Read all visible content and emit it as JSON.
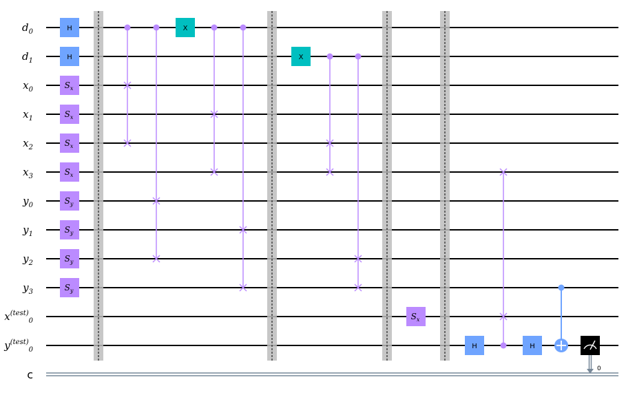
{
  "qubits": [
    {
      "base": "d",
      "sup": "",
      "sub": "0"
    },
    {
      "base": "d",
      "sup": "",
      "sub": "1"
    },
    {
      "base": "x",
      "sup": "",
      "sub": "0"
    },
    {
      "base": "x",
      "sup": "",
      "sub": "1"
    },
    {
      "base": "x",
      "sup": "",
      "sub": "2"
    },
    {
      "base": "x",
      "sup": "",
      "sub": "3"
    },
    {
      "base": "y",
      "sup": "",
      "sub": "0"
    },
    {
      "base": "y",
      "sup": "",
      "sub": "1"
    },
    {
      "base": "y",
      "sup": "",
      "sub": "2"
    },
    {
      "base": "y",
      "sup": "",
      "sub": "3"
    },
    {
      "base": "x",
      "sup": "(test)",
      "sub": "0"
    },
    {
      "base": "y",
      "sup": "(test)",
      "sub": "0"
    }
  ],
  "clbit": {
    "label": "c",
    "measure_index": "0"
  },
  "colors": {
    "h_gate": "#6fa4ff",
    "s_gate": "#bb8bff",
    "x_gate": "#00bfc0",
    "swap": "#bb8bff",
    "cnot": "#6fa4ff",
    "measure": "#000000",
    "barrier": "#bdbdbd",
    "wire": "#000000",
    "classical_wire": "#778899"
  },
  "gates": [
    {
      "type": "h",
      "col": 0,
      "q": 0,
      "label": "H"
    },
    {
      "type": "h",
      "col": 0,
      "q": 1,
      "label": "H"
    },
    {
      "type": "s",
      "col": 0,
      "q": 2,
      "label": "S",
      "sub": "x"
    },
    {
      "type": "s",
      "col": 0,
      "q": 3,
      "label": "S",
      "sub": "x"
    },
    {
      "type": "s",
      "col": 0,
      "q": 4,
      "label": "S",
      "sub": "x"
    },
    {
      "type": "s",
      "col": 0,
      "q": 5,
      "label": "S",
      "sub": "x"
    },
    {
      "type": "s",
      "col": 0,
      "q": 6,
      "label": "S",
      "sub": "y"
    },
    {
      "type": "s",
      "col": 0,
      "q": 7,
      "label": "S",
      "sub": "y"
    },
    {
      "type": "s",
      "col": 0,
      "q": 8,
      "label": "S",
      "sub": "y"
    },
    {
      "type": "s",
      "col": 0,
      "q": 9,
      "label": "S",
      "sub": "y"
    },
    {
      "type": "cswap",
      "col": 2,
      "control": 0,
      "targets": [
        2,
        4
      ]
    },
    {
      "type": "cswap",
      "col": 3,
      "control": 0,
      "targets": [
        6,
        8
      ]
    },
    {
      "type": "x",
      "col": 4,
      "q": 0,
      "label": "X"
    },
    {
      "type": "cswap",
      "col": 5,
      "control": 0,
      "targets": [
        3,
        5
      ]
    },
    {
      "type": "cswap",
      "col": 6,
      "control": 0,
      "targets": [
        7,
        9
      ]
    },
    {
      "type": "x",
      "col": 8,
      "q": 1,
      "label": "X"
    },
    {
      "type": "cswap",
      "col": 9,
      "control": 1,
      "targets": [
        4,
        5
      ]
    },
    {
      "type": "cswap",
      "col": 10,
      "control": 1,
      "targets": [
        8,
        9
      ]
    },
    {
      "type": "s",
      "col": 12,
      "q": 10,
      "label": "S",
      "sub": "x"
    },
    {
      "type": "h",
      "col": 14,
      "q": 11,
      "label": "H"
    },
    {
      "type": "cswap",
      "col": 15,
      "control": 11,
      "targets": [
        5,
        10
      ]
    },
    {
      "type": "h",
      "col": 16,
      "q": 11,
      "label": "H"
    },
    {
      "type": "cnot",
      "col": 17,
      "control": 9,
      "target": 11
    },
    {
      "type": "measure",
      "col": 18,
      "q": 11
    }
  ],
  "barriers": [
    1,
    7,
    11,
    13
  ]
}
